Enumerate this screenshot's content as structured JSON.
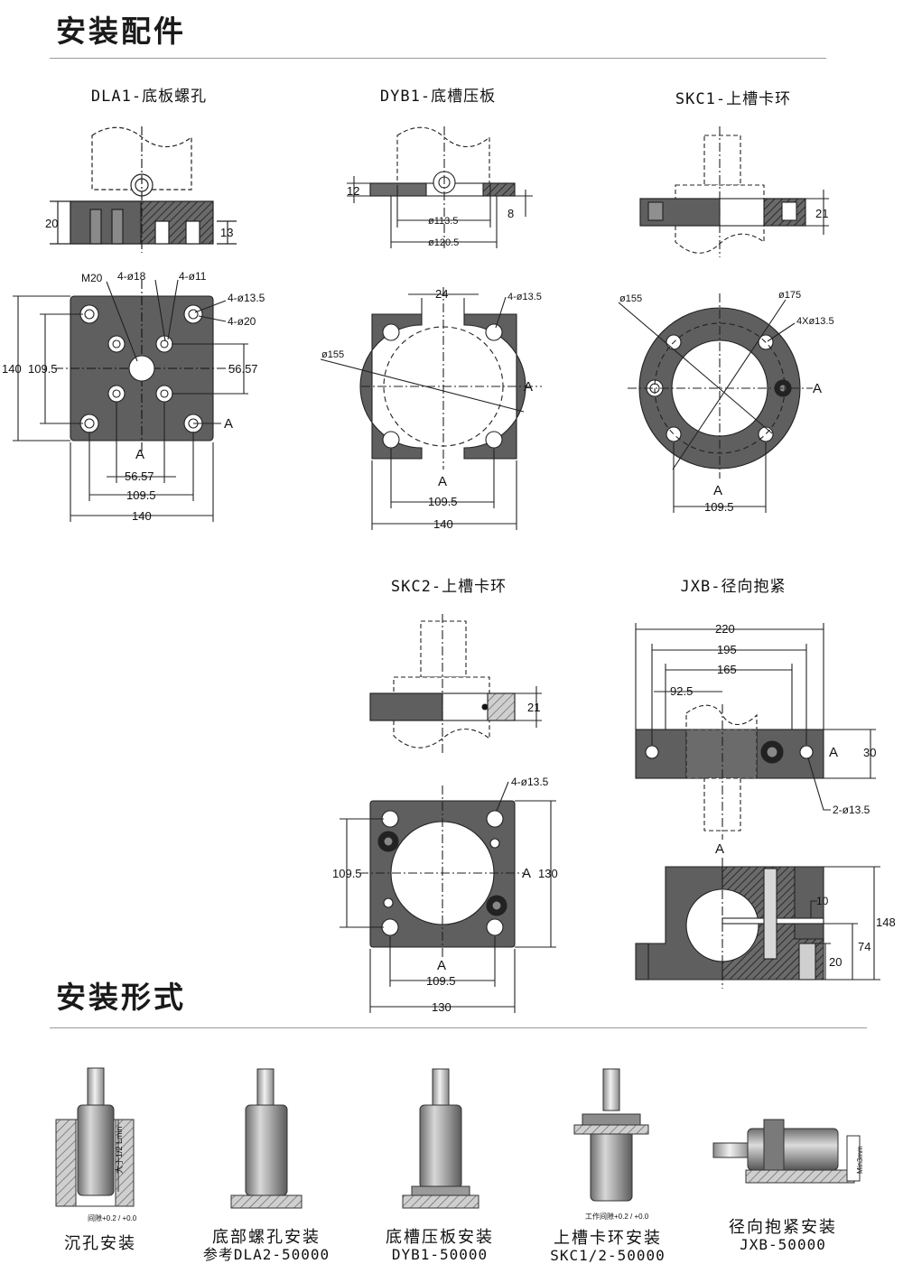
{
  "headings": {
    "accessories": "安装配件",
    "forms": "安装形式"
  },
  "titles": {
    "dla1": "DLA1-底板螺孔",
    "dyb1": "DYB1-底槽压板",
    "skc1": "SKC1-上槽卡环",
    "skc2": "SKC2-上槽卡环",
    "jxb": "JXB-径向抱紧"
  },
  "dim": {
    "dla1": {
      "h20": "20",
      "h13": "13",
      "m20": "M20",
      "d18": "4-ø18",
      "d11": "4-ø11",
      "d135": "4-ø13.5",
      "d20": "4-ø20",
      "h140": "140",
      "h1095": "109.5",
      "h5657": "56.57",
      "w5657": "56.57",
      "w1095": "109.5",
      "w140": "140",
      "secA1": "A",
      "secA2": "A"
    },
    "dyb1": {
      "h12": "12",
      "h8": "8",
      "d1135": "ø113.5",
      "d1205": "ø120.5",
      "w24": "24",
      "d135": "4-ø13.5",
      "d155": "ø155",
      "secA1": "A",
      "secA2": "A",
      "w1095": "109.5",
      "w140": "140"
    },
    "skc1": {
      "h21": "21",
      "d155": "ø155",
      "d175": "ø175",
      "d135": "4Xø13.5",
      "secA1": "A",
      "secA2": "A",
      "w1095": "109.5"
    },
    "skc2": {
      "h21": "21",
      "d135": "4-ø13.5",
      "h1095": "109.5",
      "h130": "130",
      "secA1": "A",
      "secA2": "A",
      "w1095": "109.5",
      "w130": "130"
    },
    "jxb": {
      "w220": "220",
      "w195": "195",
      "w165": "165",
      "w925": "92.5",
      "secA1": "A",
      "secA2": "A",
      "h30": "30",
      "d135": "2-ø13.5",
      "h10": "10",
      "h148": "148",
      "h74": "74",
      "h20": "20"
    }
  },
  "forms": [
    {
      "line1": "沉孔安装",
      "line2": ""
    },
    {
      "line1": "底部螺孔安装",
      "line2": "参考DLA2-50000"
    },
    {
      "line1": "底槽压板安装",
      "line2": "DYB1-50000"
    },
    {
      "line1": "上槽卡环安装",
      "line2": "SKC1/2-50000"
    },
    {
      "line1": "径向抱紧安装",
      "line2": "JXB-50000"
    }
  ],
  "form_notes": {
    "half_min": "大于1/2 Lmin",
    "gap1": "间隙+0.2 / +0.0",
    "gap2": "工作间隙+0.2 / +0.0",
    "min3": "Min3mm"
  },
  "colors": {
    "plate": "#5f5f5f",
    "cylinder": "#9c9c9c",
    "hatch": "#3a3a3a"
  }
}
